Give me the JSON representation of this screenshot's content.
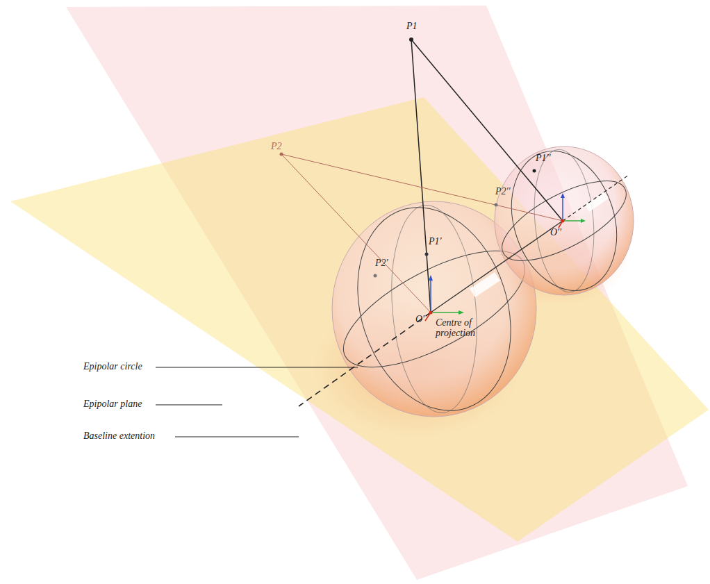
{
  "diagram": {
    "labels": [
      "P1",
      "P2",
      "P1''",
      "P2''",
      "P1'",
      "P2'",
      "O'",
      "O''",
      "Centre of projection",
      "Epipolar circle",
      "Epipolar plane",
      "Baseline extention"
    ]
  }
}
